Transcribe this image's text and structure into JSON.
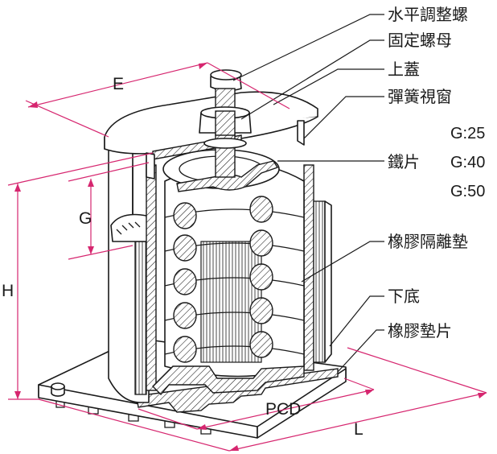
{
  "labels": {
    "adjust_bolt": "水平調整螺",
    "fixing_nut": "固定螺母",
    "top_cover": "上蓋",
    "spring_window": "彈簧視窗",
    "iron_plate": "鐵片",
    "rubber_isolator_pad": "橡膠隔離墊",
    "bottom_base": "下底",
    "rubber_pad": "橡膠墊片"
  },
  "g_values": [
    "G:25",
    "G:40",
    "G:50"
  ],
  "dimensions": {
    "e": "E",
    "g": "G",
    "h": "H",
    "pcd": "PCD",
    "l": "L"
  },
  "colors": {
    "dimension_line": "#d6266f",
    "outline": "#1a1a1a",
    "background": "#ffffff"
  }
}
